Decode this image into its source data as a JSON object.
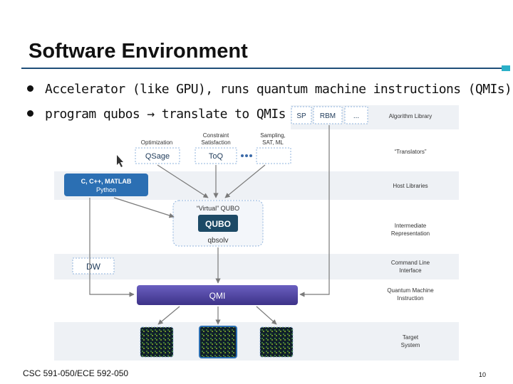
{
  "slide": {
    "title": "Software Environment",
    "bullets": [
      "Accelerator (like GPU), runs quantum machine instructions (QMIs)",
      "program qubos → translate to QMIs"
    ],
    "footer": "CSC 591-050/ECE 592-050",
    "page_number": "10"
  },
  "diagram": {
    "layers": [
      "Algorithm Library",
      "“Translators”",
      "Host Libraries",
      "Intermediate Representation",
      "Command Line Interface",
      "Quantum Machine Instruction",
      "Target System"
    ],
    "algorithm_boxes": [
      "SP",
      "RBM",
      "..."
    ],
    "translator_captions": [
      "Optimization",
      "Constraint Satisfaction",
      "Sampling, SAT, ML"
    ],
    "translator_boxes": [
      "QSage",
      "ToQ"
    ],
    "host_box": {
      "line1": "C, C++, MATLAB",
      "line2": "Python"
    },
    "qubo": {
      "label": "“Virtual” QUBO",
      "box": "QUBO",
      "sub": "qbsolv"
    },
    "cli_box": "DW",
    "qmi_bar": "QMI",
    "colors": {
      "accent": "#1f4e79",
      "teal": "#2bb0c8",
      "qmi": "#4a3f9e",
      "dash": "#8fb3dd",
      "qubo": "#1d4a66"
    }
  }
}
